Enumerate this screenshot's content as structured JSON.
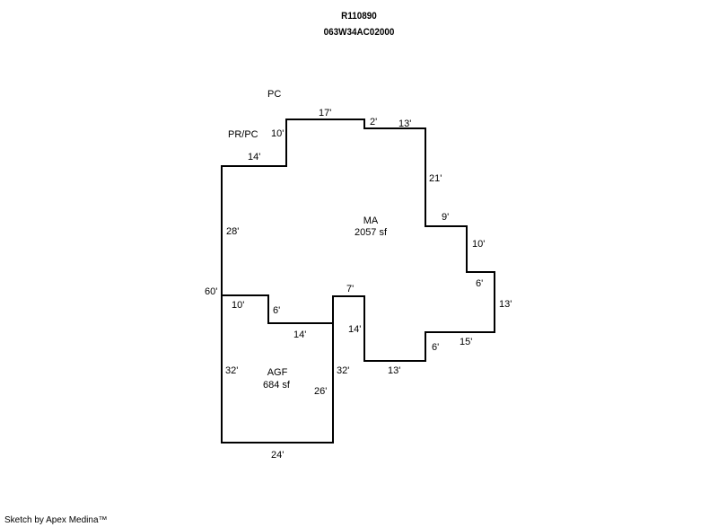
{
  "header": {
    "account": "R110890",
    "map_number": "063W34AC02000"
  },
  "labels": {
    "pc": "PC",
    "pr_pc": "PR/PC"
  },
  "areas": {
    "ma": {
      "name": "MA",
      "size": "2057 sf"
    },
    "agf": {
      "name": "AGF",
      "size": "684 sf"
    }
  },
  "dimensions": {
    "d17": "17'",
    "d2": "2'",
    "d13a": "13'",
    "d10a": "10'",
    "d14a": "14'",
    "d21": "21'",
    "d9": "9'",
    "d10b": "10'",
    "d6a": "6'",
    "d13b": "13'",
    "d28": "28'",
    "d60": "60'",
    "d10c": "10'",
    "d6b": "6'",
    "d7": "7'",
    "d14b": "14'",
    "d14c": "14'",
    "d15": "15'",
    "d6c": "6'",
    "d13c": "13'",
    "d32a": "32'",
    "d32b": "32'",
    "d26": "26'",
    "d24": "24'"
  },
  "footer": "Sketch by Apex Medina™"
}
